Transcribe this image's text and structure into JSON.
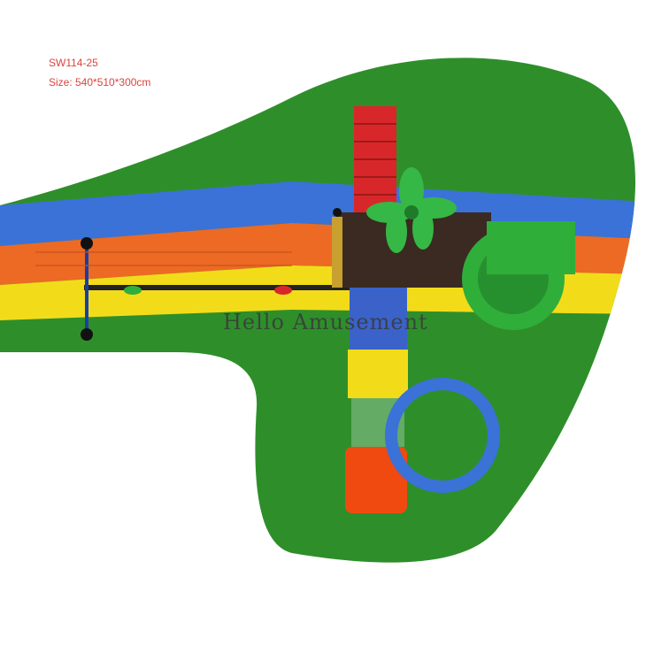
{
  "product": {
    "model": "SW114-25",
    "size": "Size:  540*510*300cm"
  },
  "watermark": "Hello Amusement",
  "colors": {
    "ground": "#2e8f2a",
    "band_blue": "#3a72d8",
    "band_orange": "#ec6a24",
    "band_yellow": "#f2dc1a",
    "roof_red": "#d8272a",
    "slide_green": "#2fae3a",
    "caption_red": "#d9443f"
  }
}
